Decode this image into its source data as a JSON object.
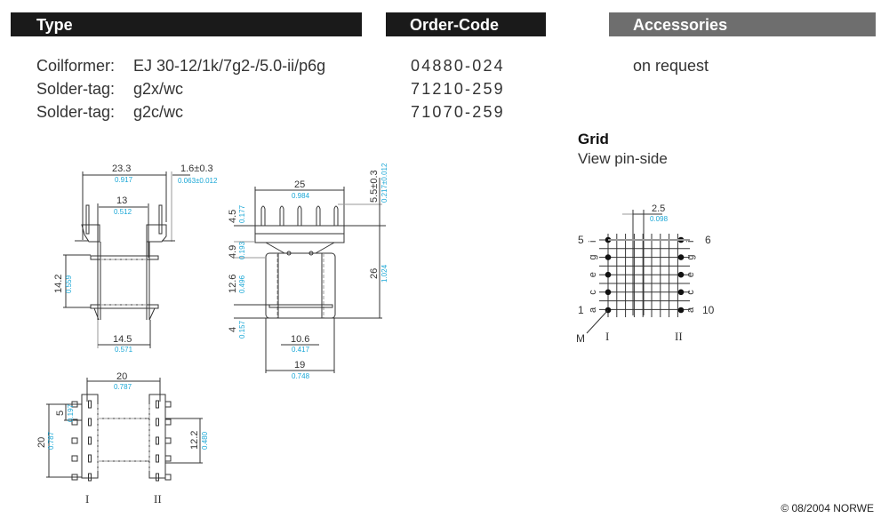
{
  "headers": {
    "type": "Type",
    "order_code": "Order-Code",
    "accessories": "Accessories"
  },
  "items": [
    {
      "label": "Coilformer:",
      "value": "EJ 30-12/1k/7g2-/5.0-ii/p6g",
      "code": "04880-024"
    },
    {
      "label": "Solder-tag:",
      "value": "g2x/wc",
      "code": "71210-259"
    },
    {
      "label": "Solder-tag:",
      "value": "g2c/wc",
      "code": "71070-259"
    }
  ],
  "accessories": {
    "text": "on request"
  },
  "grid": {
    "title": "Grid",
    "subtitle": "View pin-side",
    "pitch_mm": "2.5",
    "pitch_in": "0.098",
    "pin_labels_left": [
      "5",
      "1"
    ],
    "pin_labels_right": [
      "6",
      "10"
    ],
    "row_letters": [
      "i",
      "g",
      "e",
      "c",
      "a"
    ],
    "marker": "M",
    "side_labels": [
      "I",
      "II"
    ]
  },
  "drawings": {
    "front": {
      "dims": [
        {
          "mm": "23.3",
          "in": "0.917"
        },
        {
          "mm": "1.6±0.3",
          "in": "0.063±0.012"
        },
        {
          "mm": "13",
          "in": "0.512"
        },
        {
          "mm": "14.2",
          "in": "0.559"
        },
        {
          "mm": "14.5",
          "in": "0.571"
        }
      ]
    },
    "side": {
      "dims": [
        {
          "mm": "25",
          "in": "0.984"
        },
        {
          "mm": "5.5±0.3",
          "in": "0.217±0.012"
        },
        {
          "mm": "4.5",
          "in": "0.177"
        },
        {
          "mm": "4.9",
          "in": "0.193"
        },
        {
          "mm": "12.6",
          "in": "0.496"
        },
        {
          "mm": "26",
          "in": "1.024"
        },
        {
          "mm": "4",
          "in": "0.157"
        },
        {
          "mm": "10.6",
          "in": "0.417"
        },
        {
          "mm": "19",
          "in": "0.748"
        }
      ]
    },
    "bottom": {
      "dims": [
        {
          "mm": "20",
          "in": "0.787"
        },
        {
          "mm": "5",
          "in": "0.197"
        },
        {
          "mm": "20",
          "in": "0.787"
        },
        {
          "mm": "12.2",
          "in": "0.480"
        }
      ],
      "side_labels": [
        "I",
        "II"
      ]
    }
  },
  "footer": {
    "copyright": "© 08/2004 NORWE"
  }
}
